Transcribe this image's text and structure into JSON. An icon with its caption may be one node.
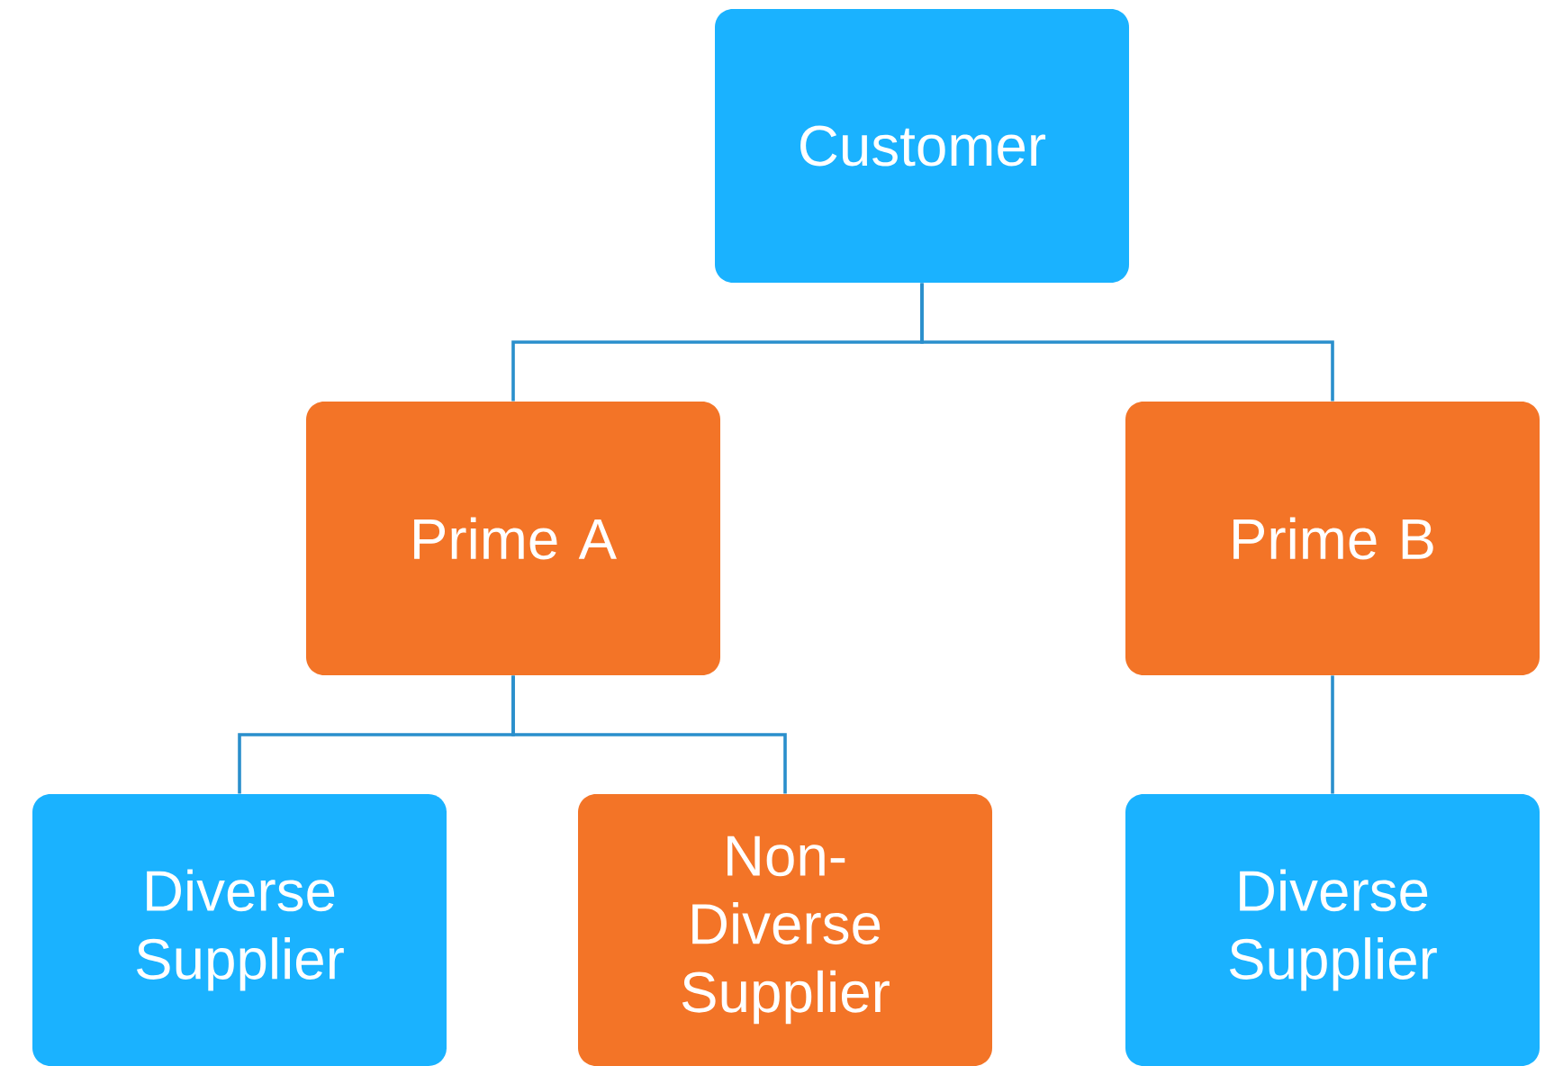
{
  "diagram": {
    "nodes": [
      {
        "text": [
          "Customer"
        ]
      },
      {
        "text": [
          "Prime A"
        ]
      },
      {
        "text": [
          "Prime B"
        ]
      },
      {
        "text": [
          "Diverse Supplier"
        ]
      },
      {
        "text": [
          "Non-Diverse Supplier"
        ]
      },
      {
        "text": [
          "Diverse Supplier"
        ]
      }
    ],
    "edges": [
      {
        "from": 0,
        "to": 1,
        "arrow": "none"
      },
      {
        "from": 0,
        "to": 2,
        "arrow": "none"
      },
      {
        "from": 1,
        "to": 3,
        "arrow": "none"
      },
      {
        "from": 1,
        "to": 4,
        "arrow": "none"
      },
      {
        "from": 2,
        "to": 5,
        "arrow": "none"
      }
    ]
  }
}
